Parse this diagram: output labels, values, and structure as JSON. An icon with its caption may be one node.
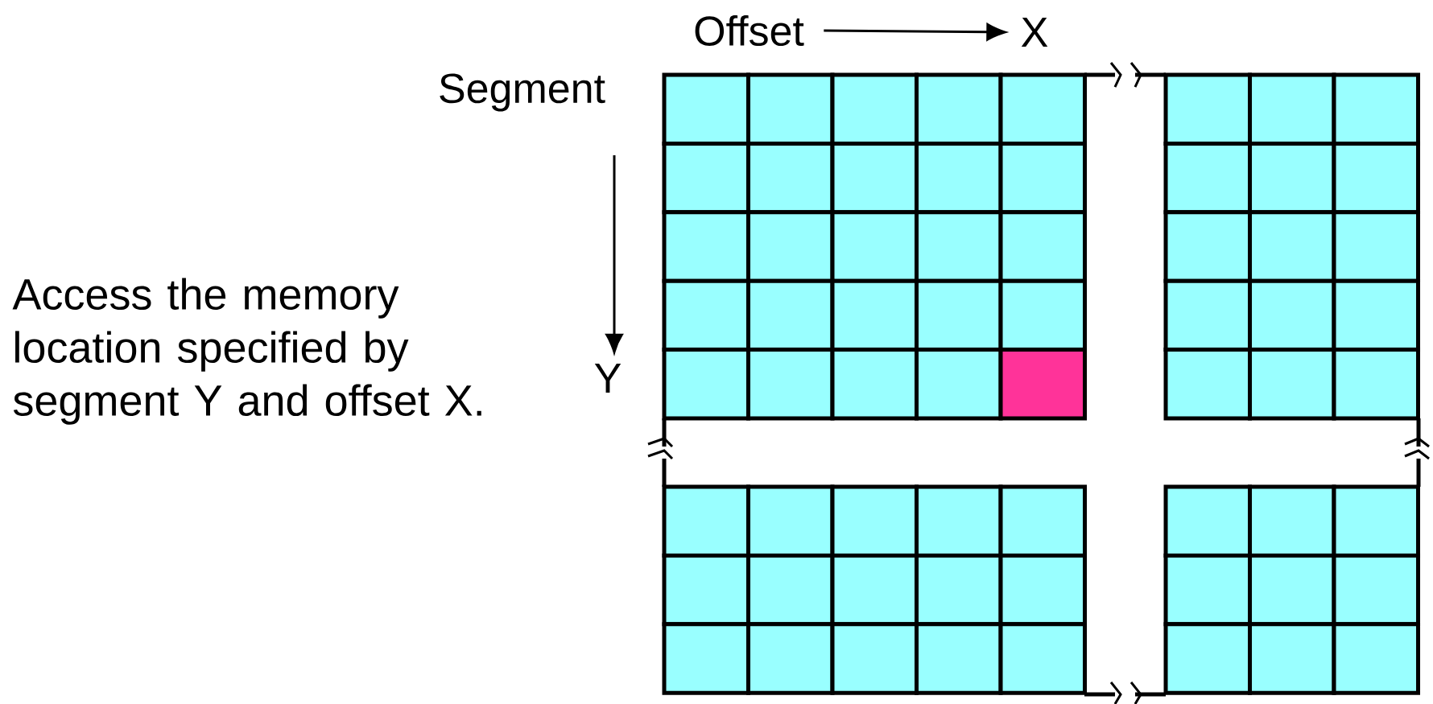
{
  "diagram": {
    "nodes": [
      {
        "text": [
          "Offset"
        ]
      },
      {
        "text": [
          "X"
        ]
      },
      {
        "text": [
          "Segment"
        ]
      },
      {
        "text": [
          "Y"
        ]
      }
    ],
    "edges": [
      {
        "from": 0,
        "to": 1,
        "arrow": "to"
      },
      {
        "from": 2,
        "to": 3,
        "arrow": "to"
      }
    ],
    "labels": [
      "Access the memory location specified by segment Y and offset X."
    ]
  }
}
